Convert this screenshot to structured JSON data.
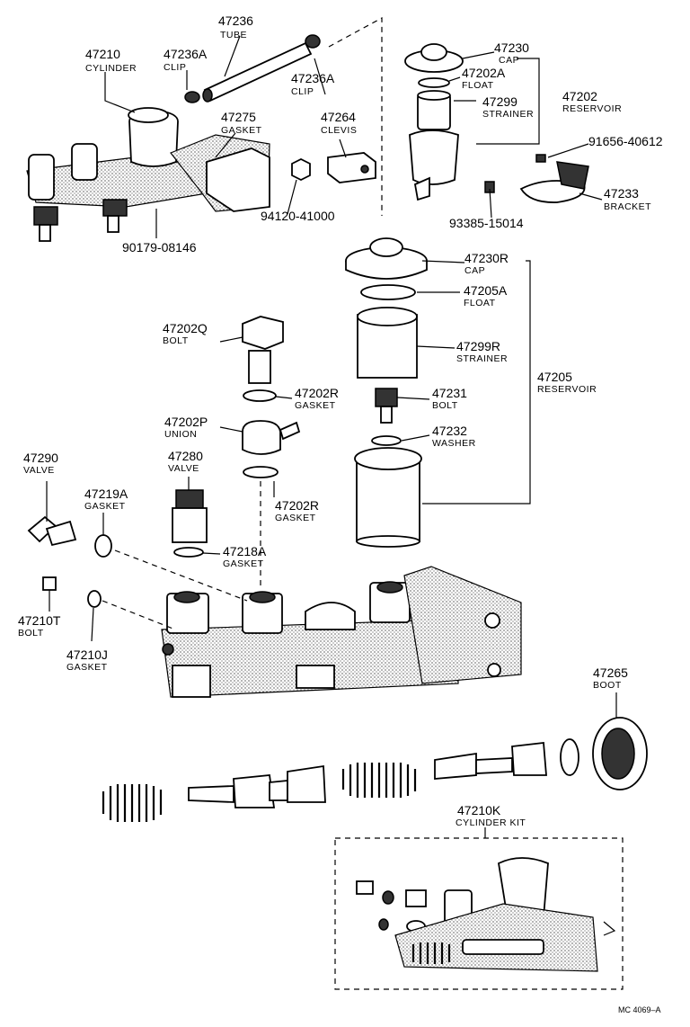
{
  "labels": {
    "p47236": {
      "num": "47236",
      "name": "TUBE"
    },
    "p47210": {
      "num": "47210",
      "name": "CYLINDER"
    },
    "p47236A_1": {
      "num": "47236A",
      "name": "CLIP"
    },
    "p47236A_2": {
      "num": "47236A",
      "name": "CLIP"
    },
    "p47275": {
      "num": "47275",
      "name": "GASKET"
    },
    "p47264": {
      "num": "47264",
      "name": "CLEVIS"
    },
    "p47230": {
      "num": "47230",
      "name": "CAP"
    },
    "p47202A": {
      "num": "47202A",
      "name": "FLOAT"
    },
    "p47299": {
      "num": "47299",
      "name": "STRAINER"
    },
    "p47202": {
      "num": "47202",
      "name": "RESERVOIR"
    },
    "p91656": {
      "num": "91656-40612"
    },
    "p47233": {
      "num": "47233",
      "name": "BRACKET"
    },
    "p93385": {
      "num": "93385-15014"
    },
    "p94120": {
      "num": "94120-41000"
    },
    "p90179": {
      "num": "90179-08146"
    },
    "p47230R": {
      "num": "47230R",
      "name": "CAP"
    },
    "p47205A": {
      "num": "47205A",
      "name": "FLOAT"
    },
    "p47299R": {
      "num": "47299R",
      "name": "STRAINER"
    },
    "p47205": {
      "num": "47205",
      "name": "RESERVOIR"
    },
    "p47231": {
      "num": "47231",
      "name": "BOLT"
    },
    "p47232": {
      "num": "47232",
      "name": "WASHER"
    },
    "p47202Q": {
      "num": "47202Q",
      "name": "BOLT"
    },
    "p47202R_1": {
      "num": "47202R",
      "name": "GASKET"
    },
    "p47202P": {
      "num": "47202P",
      "name": "UNION"
    },
    "p47202R_2": {
      "num": "47202R",
      "name": "GASKET"
    },
    "p47290": {
      "num": "47290",
      "name": "VALVE"
    },
    "p47219A": {
      "num": "47219A",
      "name": "GASKET"
    },
    "p47280": {
      "num": "47280",
      "name": "VALVE"
    },
    "p47218A": {
      "num": "47218A",
      "name": "GASKET"
    },
    "p47210T": {
      "num": "47210T",
      "name": "BOLT"
    },
    "p47210J": {
      "num": "47210J",
      "name": "GASKET"
    },
    "p47265": {
      "num": "47265",
      "name": "BOOT"
    },
    "p47210K": {
      "num": "47210K",
      "name": "CYLINDER KIT"
    }
  },
  "footer": {
    "code": "MC 4069–A"
  }
}
